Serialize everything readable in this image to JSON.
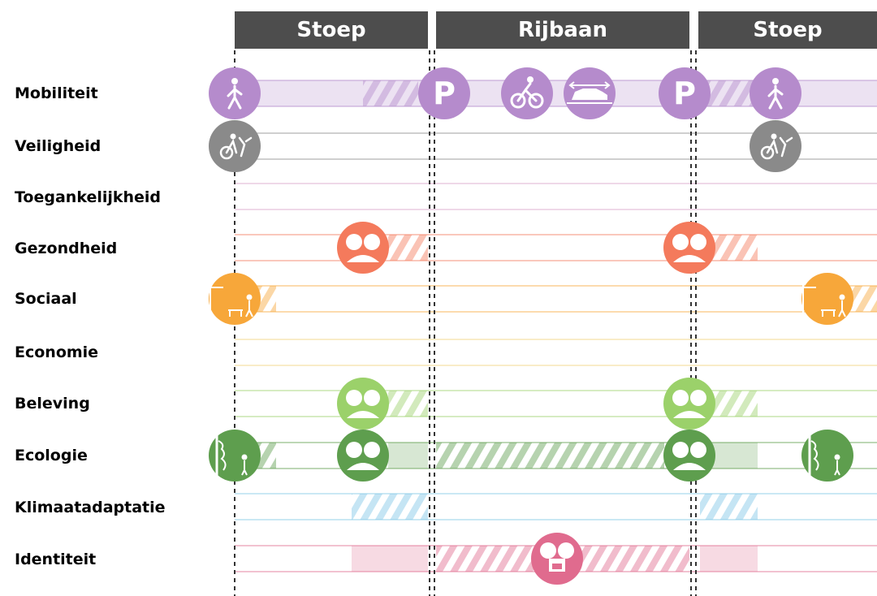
{
  "headers": [
    "Stoep",
    "Rijbaan",
    "Stoep"
  ],
  "rows": [
    {
      "label": "Mobiliteit",
      "color": "#b58bcc"
    },
    {
      "label": "Veiligheid",
      "color": "#8a8a8a"
    },
    {
      "label": "Toegankelijkheid",
      "color": "#d9a0c8"
    },
    {
      "label": "Gezondheid",
      "color": "#f47a5c"
    },
    {
      "label": "Sociaal",
      "color": "#f7a73a"
    },
    {
      "label": "Economie",
      "color": "#f0d07a"
    },
    {
      "label": "Beleving",
      "color": "#9bd16a"
    },
    {
      "label": "Ecologie",
      "color": "#5e9e4e"
    },
    {
      "label": "Klimaatadaptatie",
      "color": "#7fc6e6"
    },
    {
      "label": "Identiteit",
      "color": "#e06b8e"
    }
  ],
  "icons": [
    {
      "row": 0,
      "name": "pedestrian-icon"
    },
    {
      "row": 0,
      "name": "parking-icon",
      "text": "P"
    },
    {
      "row": 0,
      "name": "cyclist-icon"
    },
    {
      "row": 0,
      "name": "car-icon"
    },
    {
      "row": 0,
      "name": "parking-icon",
      "text": "P"
    },
    {
      "row": 0,
      "name": "pedestrian-icon"
    },
    {
      "row": 1,
      "name": "accident-icon"
    },
    {
      "row": 1,
      "name": "accident-icon"
    },
    {
      "row": 3,
      "name": "trees-icon"
    },
    {
      "row": 3,
      "name": "trees-icon"
    },
    {
      "row": 4,
      "name": "bench-icon"
    },
    {
      "row": 4,
      "name": "bench-icon"
    },
    {
      "row": 6,
      "name": "trees-icon"
    },
    {
      "row": 6,
      "name": "trees-icon"
    },
    {
      "row": 7,
      "name": "plant-wall-icon"
    },
    {
      "row": 7,
      "name": "trees-icon"
    },
    {
      "row": 7,
      "name": "trees-icon"
    },
    {
      "row": 7,
      "name": "plant-wall-icon"
    },
    {
      "row": 9,
      "name": "street-gate-icon"
    }
  ]
}
